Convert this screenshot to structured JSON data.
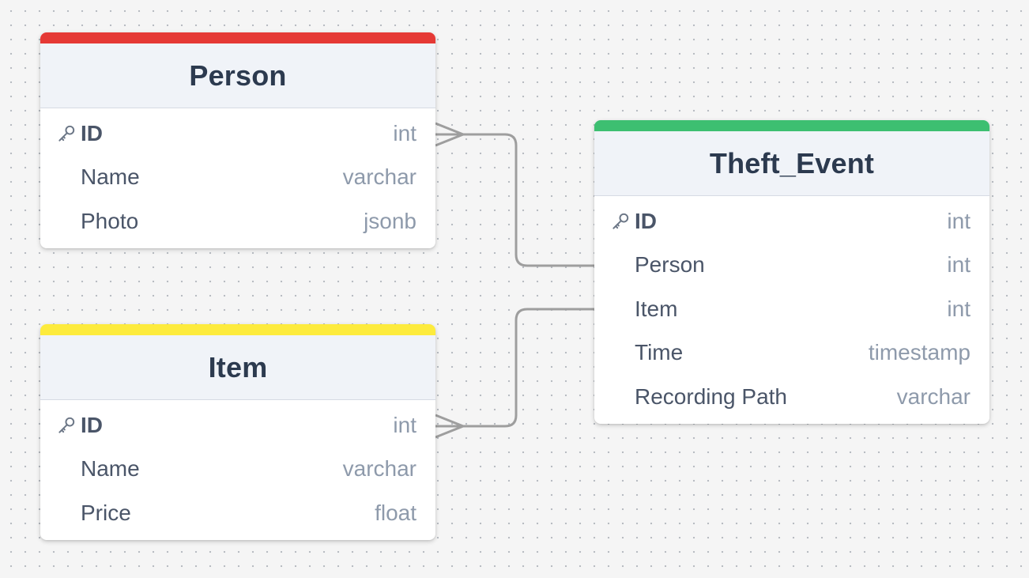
{
  "colors": {
    "person_accent": "#e53935",
    "item_accent": "#fdeb3d",
    "theft_event_accent": "#3dbf71",
    "connector": "#9e9e9e"
  },
  "tables": {
    "person": {
      "name": "Person",
      "fields": [
        {
          "name": "ID",
          "type": "int",
          "primary_key": true
        },
        {
          "name": "Name",
          "type": "varchar",
          "primary_key": false
        },
        {
          "name": "Photo",
          "type": "jsonb",
          "primary_key": false
        }
      ]
    },
    "item": {
      "name": "Item",
      "fields": [
        {
          "name": "ID",
          "type": "int",
          "primary_key": true
        },
        {
          "name": "Name",
          "type": "varchar",
          "primary_key": false
        },
        {
          "name": "Price",
          "type": "float",
          "primary_key": false
        }
      ]
    },
    "theft_event": {
      "name": "Theft_Event",
      "fields": [
        {
          "name": "ID",
          "type": "int",
          "primary_key": true
        },
        {
          "name": "Person",
          "type": "int",
          "primary_key": false
        },
        {
          "name": "Item",
          "type": "int",
          "primary_key": false
        },
        {
          "name": "Time",
          "type": "timestamp",
          "primary_key": false
        },
        {
          "name": "Recording Path",
          "type": "varchar",
          "primary_key": false
        }
      ]
    }
  },
  "relationships": [
    {
      "from_table": "theft_event",
      "from_field": "Person",
      "to_table": "person",
      "to_field": "ID",
      "to_cardinality": "many"
    },
    {
      "from_table": "theft_event",
      "from_field": "Item",
      "to_table": "item",
      "to_field": "ID",
      "to_cardinality": "many"
    }
  ]
}
